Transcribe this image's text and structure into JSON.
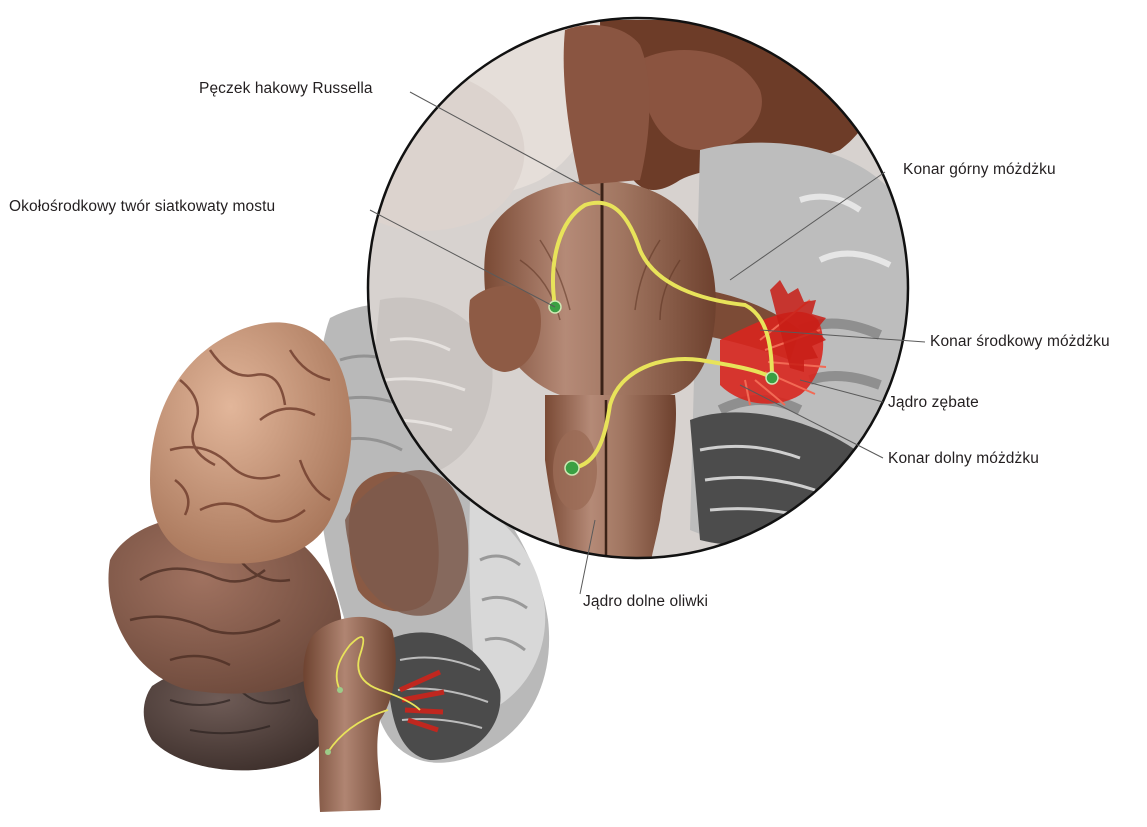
{
  "labels": {
    "russell": "Pęczek hakowy Russella",
    "pontine_reticular": "Okołośrodkowy twór siatkowaty mostu",
    "superior_peduncle": "Konar górny móżdżku",
    "middle_peduncle": "Konar środkowy móżdżku",
    "dentate": "Jądro zębate",
    "inferior_peduncle": "Konar dolny móżdżku",
    "inferior_olive": "Jądro dolne oliwki"
  },
  "colors": {
    "pathway": "#e8e35a",
    "nucleus": "#3aa043",
    "dentate_red": "#d8261e",
    "brainstem": "#8e5f45",
    "cortex": "#c7987a",
    "leader_line": "#5a5a5a"
  }
}
